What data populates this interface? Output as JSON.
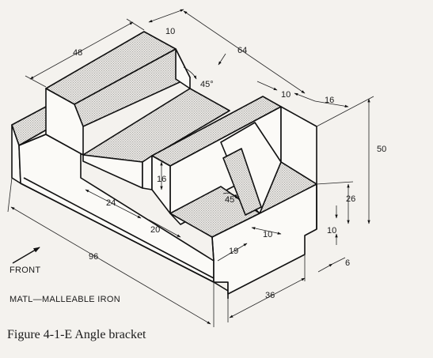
{
  "figure": {
    "caption": "Figure 4-1-E  Angle bracket",
    "material_note": "MATL—MALLEABLE IRON",
    "front_label": "FRONT"
  },
  "dimensions": {
    "d48": "48",
    "d10_top": "10",
    "d64": "64",
    "d45_top": "45°",
    "d10_right": "10",
    "d16_right": "16",
    "d50": "50",
    "d16_slot": "16",
    "d24": "24",
    "d45_low": "45°",
    "d26": "26",
    "d20": "20",
    "d10_mid": "10",
    "d10_side": "10",
    "d19": "19",
    "d96": "96",
    "d6": "6",
    "d36": "36"
  },
  "colors": {
    "ink": "#111111",
    "paper": "#f4f2ee"
  }
}
